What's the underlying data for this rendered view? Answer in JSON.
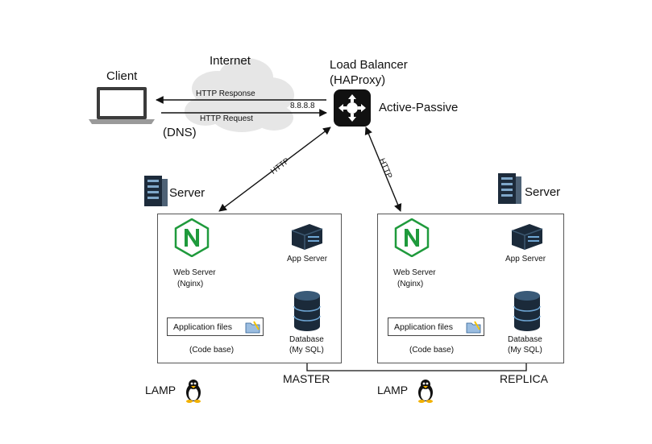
{
  "internet": "Internet",
  "client": "Client",
  "dns": "(DNS)",
  "http_response": "HTTP Response",
  "http_request": "HTTP Request",
  "ip": "8.8.8.8",
  "lb_title": "Load Balancer",
  "lb_sub": "(HAProxy)",
  "lb_mode": "Active-Passive",
  "http_left": "HTTP",
  "http_right": "HTTP",
  "server_left": "Server",
  "server_right": "Server",
  "left": {
    "web_server": "Web Server",
    "nginx": "(Nginx)",
    "app_server": "App Server",
    "app_files": "Application files",
    "code_base": "(Code base)",
    "database": "Database",
    "mysql": "(My SQL)",
    "role": "MASTER",
    "lamp": "LAMP"
  },
  "right": {
    "web_server": "Web Server",
    "nginx": "(Nginx)",
    "app_server": "App Server",
    "app_files": "Application files",
    "code_base": "(Code base)",
    "database": "Database",
    "mysql": "(My SQL)",
    "role": "REPLICA",
    "lamp": "LAMP"
  },
  "colors": {
    "nginx_green": "#1f9a3c",
    "db_dark": "#1b2a3a",
    "lb_black": "#111111"
  }
}
